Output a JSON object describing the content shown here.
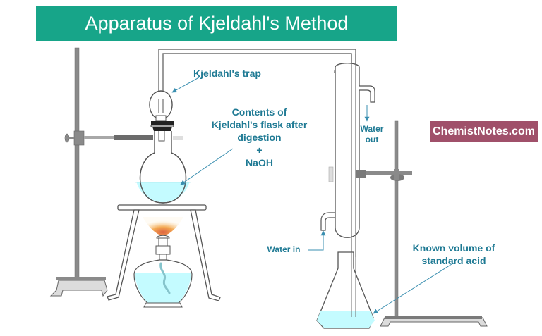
{
  "title": "Apparatus of Kjeldahl's Method",
  "watermark": "ChemistNotes.com",
  "colors": {
    "banner_bg": "#17a589",
    "badge_bg": "#a0506a",
    "label_text": "#1f7a94",
    "arrow": "#3a8fb0",
    "liquid": "#c4fbff",
    "glass_stroke": "#555555",
    "stand_metal": "#8a8a8a",
    "stand_base": "#dcdcdc"
  },
  "labels": {
    "trap": "Kjeldahl's trap",
    "contents_line1": "Contents of",
    "contents_line2": "Kjeldahl's flask after",
    "contents_line3": "digestion",
    "contents_plus": "+",
    "contents_line4": "NaOH",
    "water_out_line1": "Water",
    "water_out_line2": "out",
    "water_in": "Water in",
    "acid_line1": "Known volume of",
    "acid_line2": "standard acid"
  },
  "components": [
    "retort-stand-left",
    "kjeldahl-flask",
    "kjeldahl-trap",
    "tripod-stand",
    "spirit-lamp",
    "connecting-tube",
    "liebig-condenser",
    "conical-flask",
    "retort-stand-right"
  ]
}
